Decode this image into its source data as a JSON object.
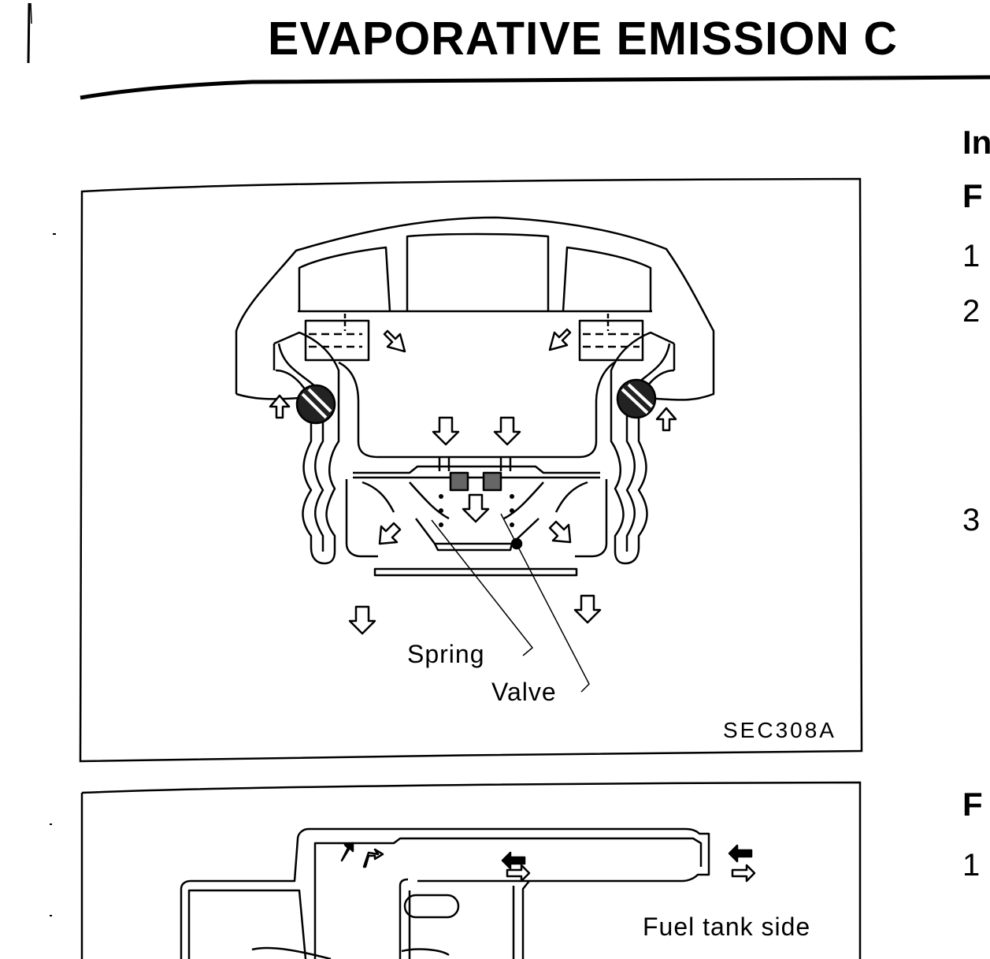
{
  "header": {
    "title": "EVAPORATIVE EMISSION C"
  },
  "figure1": {
    "labels": {
      "spring": "Spring",
      "valve": "Valve"
    },
    "code": "SEC308A"
  },
  "figure2": {
    "labels": {
      "fuel_tank_side": "Fuel tank side"
    }
  },
  "right_column": {
    "headings": [
      "In",
      "F",
      "F"
    ],
    "steps": [
      "1",
      "2",
      "3",
      "1"
    ]
  }
}
